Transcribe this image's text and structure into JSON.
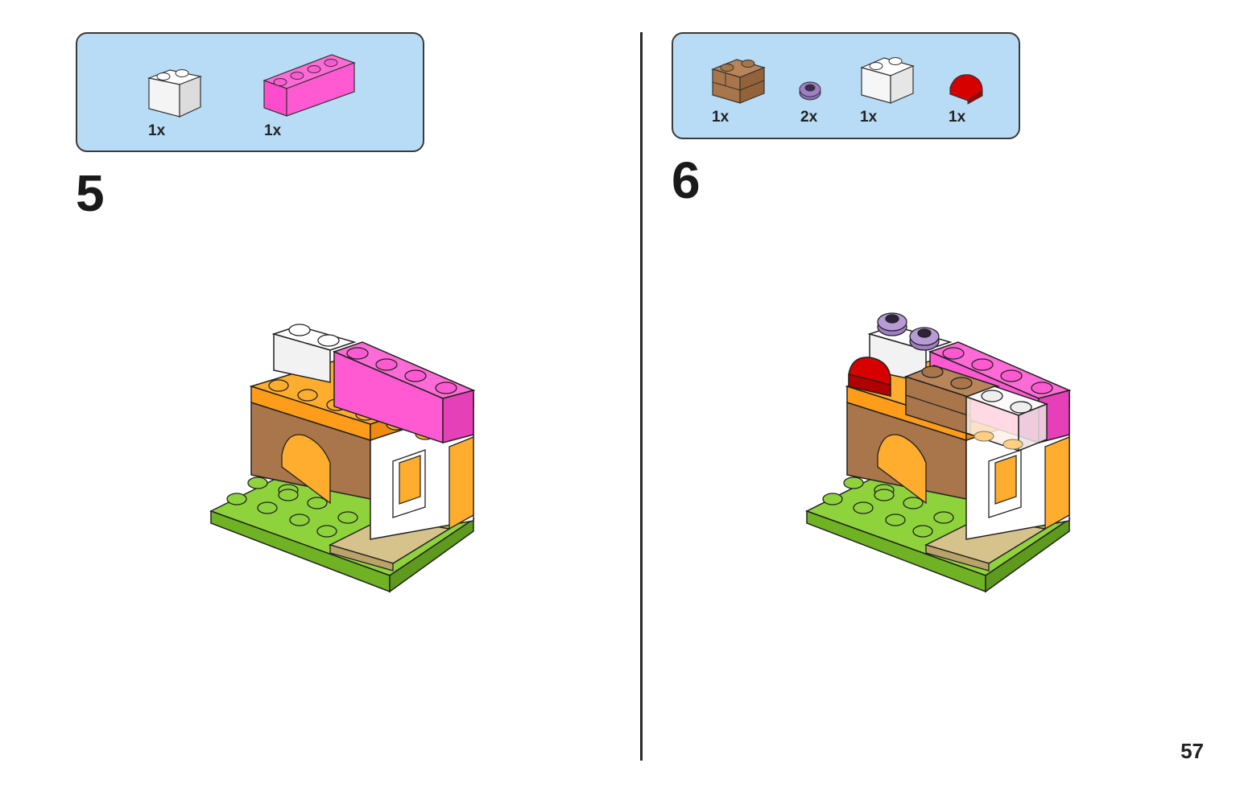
{
  "page": {
    "number": "57"
  },
  "steps": [
    {
      "number": "5",
      "parts": [
        {
          "icon": "white-brick-1x2-icon",
          "color": "#ffffff",
          "qty": "1x"
        },
        {
          "icon": "pink-brick-1x4-icon",
          "color": "#ff5ad2",
          "qty": "1x"
        }
      ]
    },
    {
      "number": "6",
      "parts": [
        {
          "icon": "brown-masonry-brick-1x2-icon",
          "color": "#a9754a",
          "qty": "1x"
        },
        {
          "icon": "purple-flower-plate-icon",
          "color": "#9f7fc4",
          "qty": "2x"
        },
        {
          "icon": "transparent-brick-1x2-icon",
          "color": "#f2f2f2",
          "qty": "1x"
        },
        {
          "icon": "red-curved-slope-icon",
          "color": "#d60000",
          "qty": "1x"
        }
      ]
    }
  ],
  "colors": {
    "parts_box_bg": "#b9dcf6",
    "lime_green": "#8ed33c",
    "orange": "#ffad2e",
    "tan_brown": "#a9754a",
    "pink": "#ff5ad2",
    "white": "#ffffff",
    "sand": "#d6c28b",
    "red": "#d60000",
    "lavender": "#9f7fc4"
  }
}
